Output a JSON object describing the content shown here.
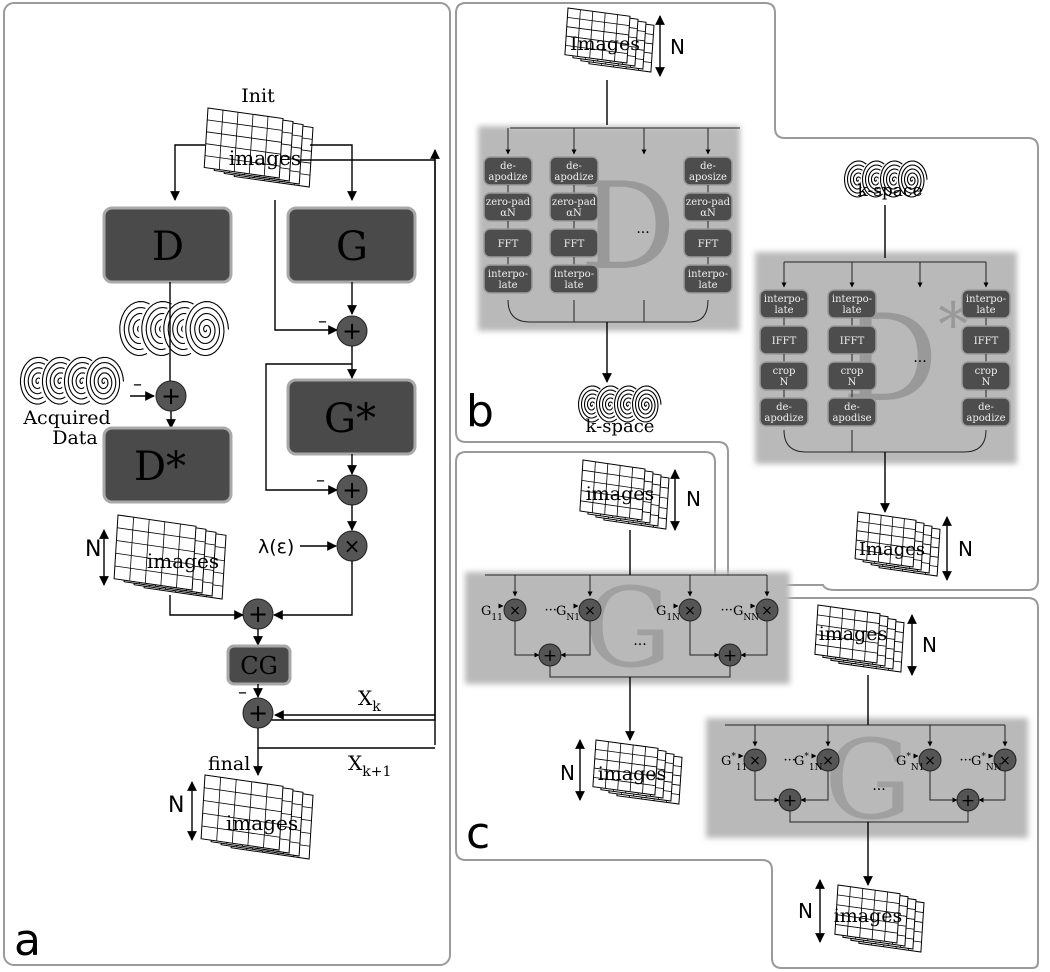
{
  "panels": {
    "a": {
      "label": "a",
      "init_label": "Init",
      "init_images": "images",
      "box_D": "D",
      "box_G": "G",
      "box_G_star": "G*",
      "box_D_star": "D*",
      "acquired_line1": "Acquired",
      "acquired_line2": "Data",
      "mid_images": "images",
      "N_label": "N",
      "lambda_label": "λ(ε)",
      "box_CG": "CG",
      "xk_label": "X",
      "xk_sub": "k",
      "xk1_label": "X",
      "xk1_sub": "k+1",
      "final_label": "final",
      "final_images": "images",
      "final_N": "N"
    },
    "b": {
      "label": "b",
      "top_images": "Images",
      "top_N": "N",
      "D_big": "D",
      "ellipsis": "...",
      "col_rows": [
        [
          "de-\napodize",
          "zero-pad\nαN",
          "FFT",
          "interpo-\nlate"
        ],
        [
          "de-\napodize",
          "zero-pad\nαN",
          "FFT",
          "interpo-\nlate"
        ],
        [
          "de-\naposize",
          "zero-pad\nαN",
          "FFT",
          "interpo-\nlate"
        ]
      ],
      "bottom_kspace": "k-space",
      "Dstar_kspace": "k-space",
      "Dstar_big": "D",
      "Dstar_sup": "*",
      "Dstar_rows": [
        [
          "interpo-\nlate",
          "IFFT",
          "crop\nN",
          "de-\napodize"
        ],
        [
          "interpo-\nlate",
          "IFFT",
          "crop\nN",
          "de-\napodise"
        ],
        [
          "interpo-\nlate",
          "IFFT",
          "crop\nN",
          "de-\napodize"
        ]
      ],
      "Dstar_images": "Images",
      "Dstar_N": "N"
    },
    "c": {
      "label": "c",
      "top_images": "images",
      "top_N": "N",
      "G_big": "G",
      "g_labels": [
        "G11",
        "GN1",
        "G1N",
        "GNN"
      ],
      "g_subs": [
        "11",
        "N1",
        "1N",
        "NN"
      ],
      "ellipsis": "...",
      "bottom_images": "images",
      "bottom_N": "N",
      "gs_top_images": "images",
      "gs_top_N": "N",
      "Gs_big": "G",
      "gs_subs": [
        "11",
        "1N",
        "N1",
        "NN"
      ],
      "gs_bottom_images": "images",
      "gs_bottom_N": "N"
    }
  }
}
